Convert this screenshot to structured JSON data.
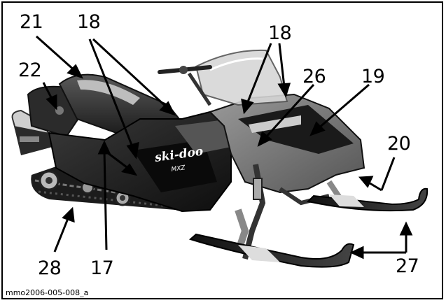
{
  "callouts": {
    "n21": "21",
    "n18_left": "18",
    "n18_right": "18",
    "n22": "22",
    "n26": "26",
    "n19": "19",
    "n20": "20",
    "n28": "28",
    "n17": "17",
    "n27": "27"
  },
  "caption": "mmo2006-005-008_a",
  "hood_logo": {
    "brand": "ski-doo",
    "model": "MXZ"
  }
}
